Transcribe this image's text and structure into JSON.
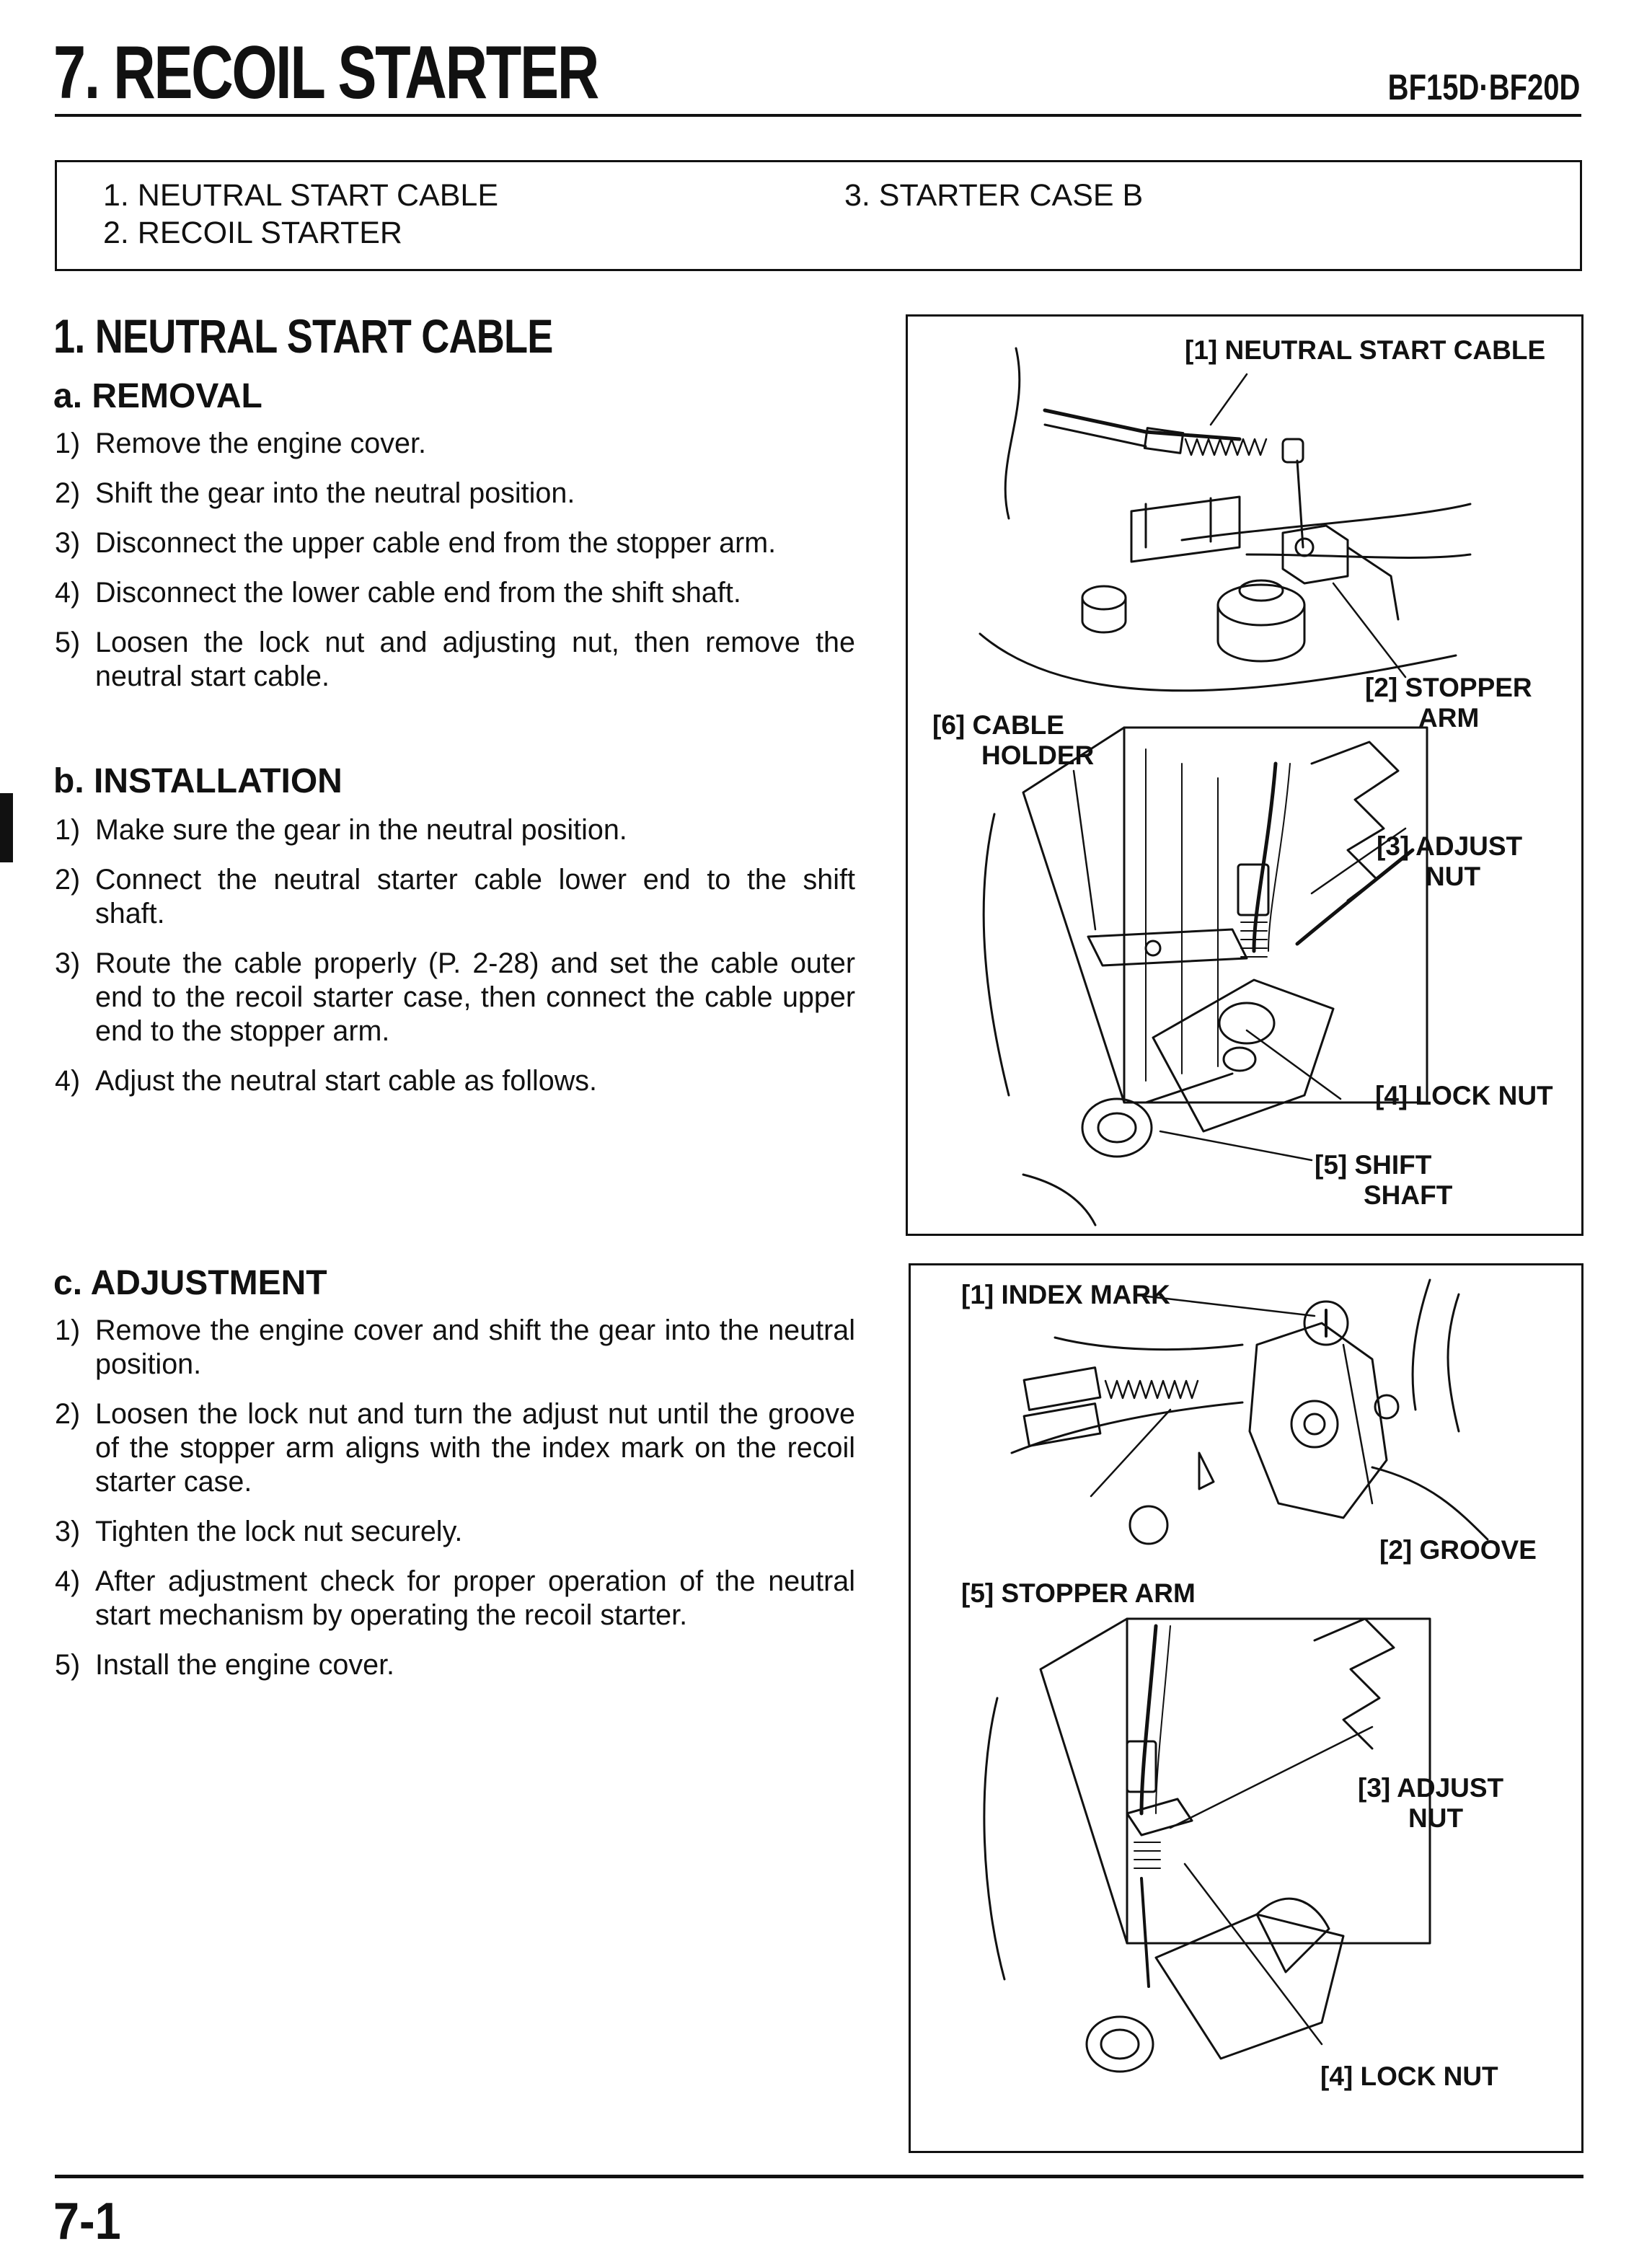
{
  "header": {
    "chapter_title": "7. RECOIL STARTER",
    "model": "BF15D·BF20D"
  },
  "toc": {
    "items": [
      "1. NEUTRAL START CABLE",
      "2. RECOIL STARTER",
      "3. STARTER CASE B"
    ]
  },
  "section": {
    "title": "1. NEUTRAL START CABLE",
    "removal": {
      "title": "a. REMOVAL",
      "steps": [
        {
          "num": "1)",
          "text": "Remove the engine cover."
        },
        {
          "num": "2)",
          "text": "Shift the gear into the neutral position."
        },
        {
          "num": "3)",
          "text": "Disconnect the upper cable end from the stopper arm."
        },
        {
          "num": "4)",
          "text": "Disconnect the lower cable end from the shift shaft."
        },
        {
          "num": "5)",
          "text": "Loosen the lock nut and adjusting nut, then remove the neutral start cable."
        }
      ]
    },
    "installation": {
      "title": "b. INSTALLATION",
      "steps": [
        {
          "num": "1)",
          "text": "Make sure the gear in the neutral position."
        },
        {
          "num": "2)",
          "text": "Connect the neutral starter cable lower end to the shift shaft."
        },
        {
          "num": "3)",
          "text": "Route the cable properly (P. 2-28) and set the cable outer end to the recoil starter case, then connect the cable upper end to the stopper arm."
        },
        {
          "num": "4)",
          "text": "Adjust the neutral start cable as follows."
        }
      ]
    },
    "adjustment": {
      "title": "c. ADJUSTMENT",
      "steps": [
        {
          "num": "1)",
          "text": "Remove the engine cover and shift the gear into the neutral position."
        },
        {
          "num": "2)",
          "text": "Loosen the lock nut and turn the adjust nut until the groove of the stopper arm aligns with the index mark on the recoil starter case."
        },
        {
          "num": "3)",
          "text": "Tighten the lock nut securely."
        },
        {
          "num": "4)",
          "text": "After adjustment check for proper operation of the neutral start mechanism by operating the recoil starter."
        },
        {
          "num": "5)",
          "text": "Install the engine cover."
        }
      ]
    }
  },
  "figure1": {
    "labels": {
      "neutral_start_cable": "[1]  NEUTRAL START CABLE",
      "stopper_arm_1": "[2]  STOPPER",
      "stopper_arm_2": "ARM",
      "adjust_nut_1": "[3]  ADJUST",
      "adjust_nut_2": "NUT",
      "lock_nut": "[4]  LOCK NUT",
      "shift_shaft_1": "[5]  SHIFT",
      "shift_shaft_2": "SHAFT",
      "cable_holder_1": "[6]  CABLE",
      "cable_holder_2": "HOLDER"
    }
  },
  "figure2": {
    "labels": {
      "index_mark": "[1]  INDEX MARK",
      "groove": "[2]  GROOVE",
      "stopper_arm": "[5]  STOPPER ARM",
      "adjust_nut_1": "[3]  ADJUST",
      "adjust_nut_2": "NUT",
      "lock_nut": "[4]  LOCK NUT"
    }
  },
  "footer": {
    "page_number": "7-1"
  }
}
